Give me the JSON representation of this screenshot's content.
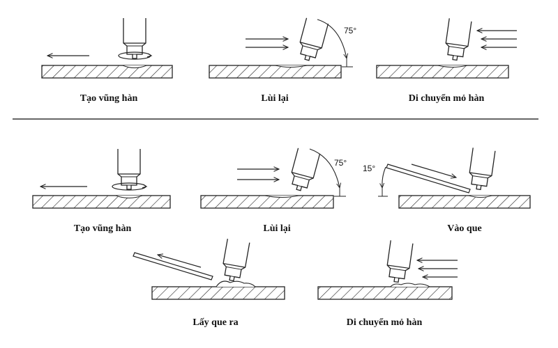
{
  "row1": {
    "step1": {
      "caption": "Tạo vũng hàn"
    },
    "step2": {
      "caption": "Lùi lại",
      "angle": "75°"
    },
    "step3": {
      "caption": "Di chuyển mỏ hàn"
    }
  },
  "row2": {
    "step1": {
      "caption": "Tạo vũng hàn"
    },
    "step2": {
      "caption": "Lùi lại",
      "angle": "75°"
    },
    "step3": {
      "caption": "Vào que",
      "angle": "15°"
    },
    "step4": {
      "caption": "Lấy que ra"
    },
    "step5": {
      "caption": "Di chuyển mỏ hàn"
    }
  },
  "colors": {
    "line": "#222222",
    "background": "#ffffff"
  }
}
